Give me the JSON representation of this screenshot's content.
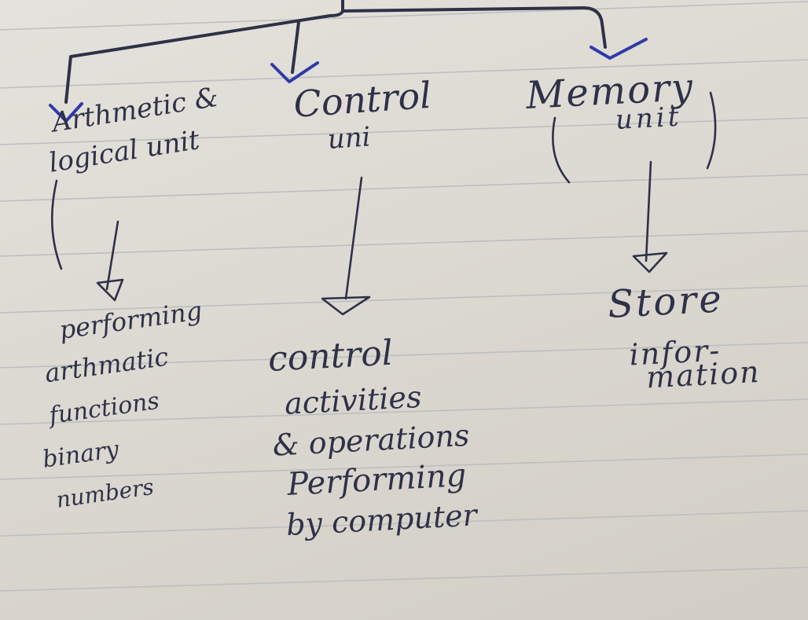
{
  "page": {
    "paper_color": "#dcd9d2",
    "rule_color": "#bdbec0",
    "ink_color": "#2e3147",
    "arrow_ink_color": "#2f3aa8"
  },
  "units": [
    {
      "title_lines": [
        "Arthmetic &",
        "logical unit"
      ],
      "description_lines": [
        "performing",
        "arthmatic",
        "functions",
        "binary",
        "numbers"
      ]
    },
    {
      "title_lines": [
        "Control",
        "uni"
      ],
      "description_lines": [
        "control",
        "activities",
        "& operations",
        "Performing",
        "by computer"
      ]
    },
    {
      "title_lines": [
        "Memory",
        "unit"
      ],
      "description_lines": [
        "Store",
        "infor-",
        "mation"
      ]
    }
  ]
}
